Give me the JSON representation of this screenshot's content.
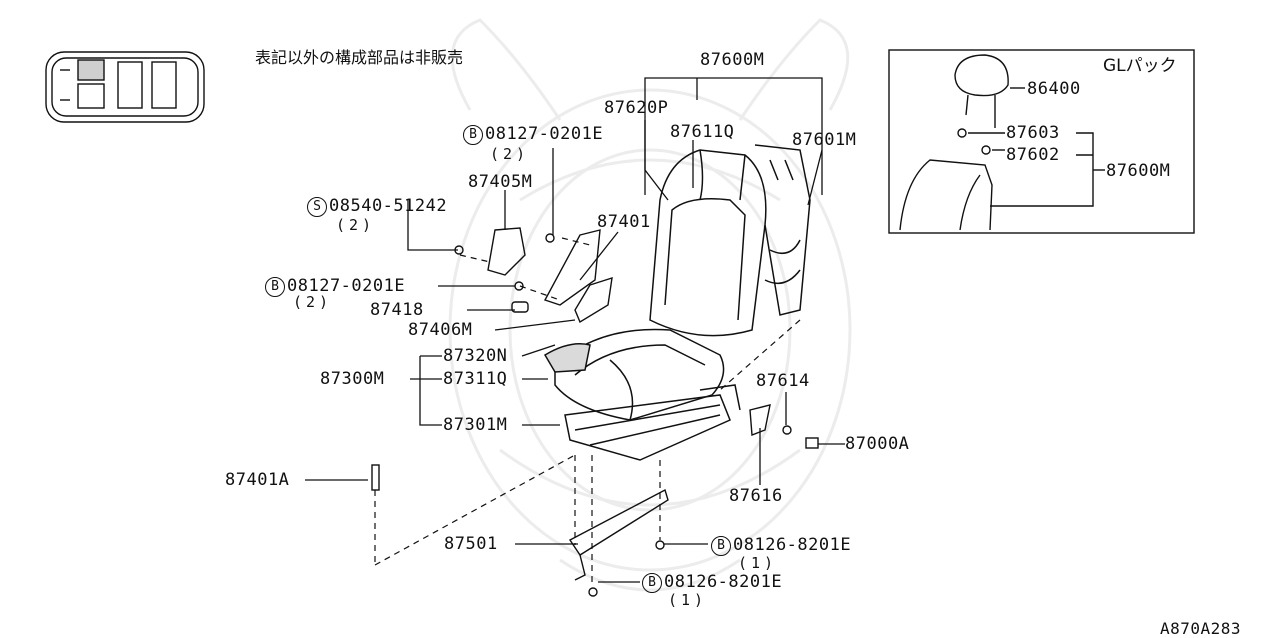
{
  "note": "表記以外の構成部品は非販売",
  "diagram_code": "A870A283",
  "inset_title": "GLパック",
  "callouts": {
    "c87600M": "87600M",
    "c87620P": "87620P",
    "c87611Q": "87611Q",
    "c87601M": "87601M",
    "c87405M": "87405M",
    "c87401": "87401",
    "c87418": "87418",
    "c87406M": "87406M",
    "c87320N": "87320N",
    "c87311Q": "87311Q",
    "c87300M": "87300M",
    "c87301M": "87301M",
    "c87614": "87614",
    "c87000A": "87000A",
    "c87616": "87616",
    "c87401A": "87401A",
    "c87501": "87501",
    "gl86400": "86400",
    "gl87603": "87603",
    "gl87602": "87602",
    "gl87600M": "87600M"
  },
  "fasteners": [
    {
      "prefix": "B",
      "code": "08127-0201E",
      "qty": "(2)"
    },
    {
      "prefix": "S",
      "code": "08540-51242",
      "qty": "(2)"
    },
    {
      "prefix": "B",
      "code": "08127-0201E",
      "qty": "(2)"
    },
    {
      "prefix": "B",
      "code": "08126-8201E",
      "qty": "(1)"
    },
    {
      "prefix": "B",
      "code": "08126-8201E",
      "qty": "(1)"
    }
  ]
}
